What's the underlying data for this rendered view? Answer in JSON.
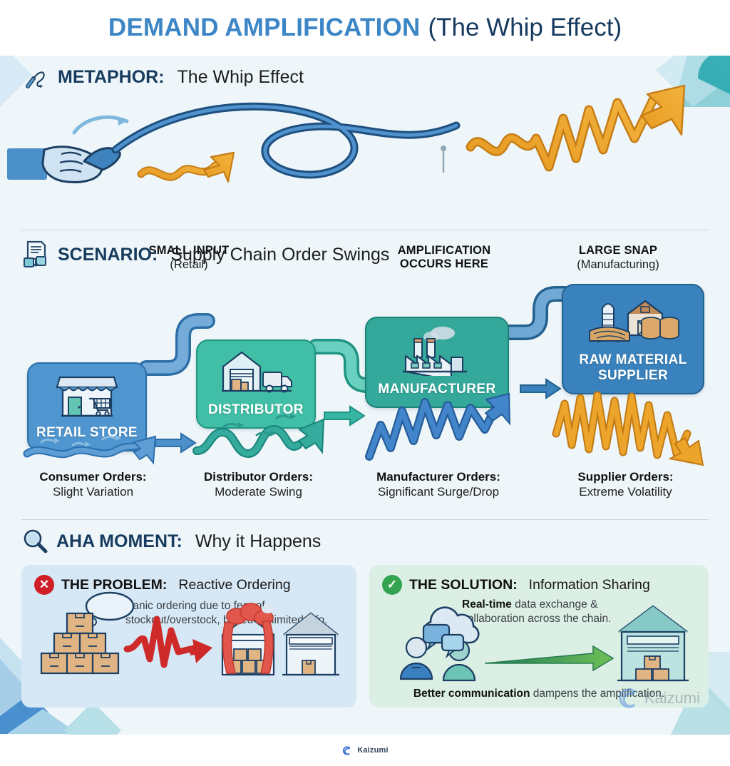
{
  "title": {
    "main": "DEMAND AMPLIFICATION",
    "sub": "(The Whip Effect)",
    "main_color": "#3d86c6",
    "sub_color": "#163a5f"
  },
  "metaphor": {
    "icon": "whip-icon",
    "label": "METAPHOR:",
    "rest": "The Whip Effect",
    "labels": [
      {
        "name": "small-input",
        "line1": "SMALL INPUT",
        "line2": "(Retail)"
      },
      {
        "name": "amplification",
        "line1": "AMPLIFICATION",
        "line2": "OCCURS HERE"
      },
      {
        "name": "large-snap",
        "line1": "LARGE SNAP",
        "line2": "(Manufacturing)"
      }
    ]
  },
  "scenario": {
    "icon": "document-boxes-icon",
    "label": "SCENARIO:",
    "rest": "Supply Chain Order Swings",
    "nodes": [
      {
        "name": "retail-store",
        "label": "RETAIL STORE",
        "icon": "storefront-icon",
        "color": "#4f95cf",
        "border": "#2d6fa6"
      },
      {
        "name": "distributor",
        "label": "DISTRIBUTOR",
        "icon": "warehouse-truck-icon",
        "color": "#41bfa6",
        "border": "#1f9483"
      },
      {
        "name": "manufacturer",
        "label": "MANUFACTURER",
        "icon": "factory-icon",
        "color": "#34a99b",
        "border": "#1b8477"
      },
      {
        "name": "raw-material-supplier",
        "label": "RAW MATERIAL\nSUPPLIER",
        "icon": "farm-silo-icon",
        "color": "#3a82bd",
        "border": "#23618f"
      }
    ],
    "captions": [
      {
        "name": "consumer-orders",
        "bold": "Consumer Orders:",
        "text": "Slight Variation",
        "wave": "gentle-wave-arrow",
        "color": "#3f86c8"
      },
      {
        "name": "distributor-orders",
        "bold": "Distributor Orders:",
        "text": "Moderate Swing",
        "wave": "moderate-wave-arrow",
        "color": "#2aa194"
      },
      {
        "name": "manufacturer-orders",
        "bold": "Manufacturer Orders:",
        "text": "Significant Surge/Drop",
        "wave": "jagged-wave-arrow",
        "color": "#3b79c4"
      },
      {
        "name": "supplier-orders",
        "bold": "Supplier Orders:",
        "text": "Extreme Volatility",
        "wave": "volatile-wave-arrow",
        "color": "#e89a28"
      }
    ]
  },
  "aha": {
    "icon": "magnifier-icon",
    "label": "AHA MOMENT:",
    "rest": "Why it Happens",
    "problem": {
      "badge_icon": "x-circle-icon",
      "badge_symbol": "✕",
      "badge_color": "#cf2027",
      "label": "THE PROBLEM:",
      "rest": "Reactive Ordering",
      "body_line1": "Panic ordering due to fear of",
      "body_line2": "stockout/overstock, based on limited info.",
      "art": [
        "boxes-stack-icon",
        "red-spike-arrow-icon",
        "overflowing-warehouse-icon",
        "empty-warehouse-icon"
      ]
    },
    "solution": {
      "badge_icon": "check-circle-icon",
      "badge_symbol": "✓",
      "badge_color": "#35a451",
      "label": "THE SOLUTION:",
      "rest": "Information Sharing",
      "body_bold": "Real-time",
      "body_line1": " data exchange &",
      "body_line2": "collaboration across the chain.",
      "foot_bold": "Better communication",
      "foot_rest": " dampens the amplification.",
      "art": [
        "cloud-icon",
        "people-chat-icon",
        "green-arrow-icon",
        "stocked-warehouse-icon"
      ]
    }
  },
  "branding": {
    "logo_icon": "kaizumi-swirl-icon",
    "name": "Kaizumi",
    "watermark": "Kaizumi",
    "color": "#3b6fd4"
  }
}
